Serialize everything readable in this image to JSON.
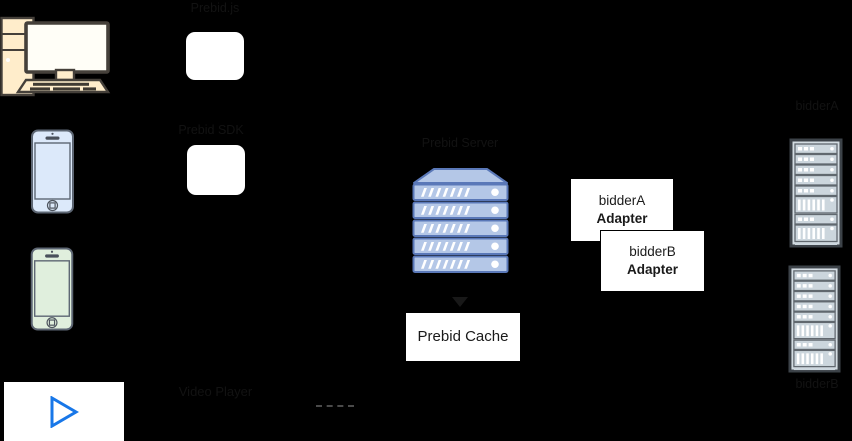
{
  "colors": {
    "background": "#000000",
    "computer_beige": "#ffedcb",
    "phone_blue": "#dce9fa",
    "phone_green": "#e0efdd",
    "server_fill": "#b4c7e7",
    "server_stroke": "#5a78b8",
    "rack_fill": "#d3dce2",
    "rack_frame": "#3c4248",
    "play_blue": "#1877e8",
    "box_white": "#ffffff",
    "text_black": "#1a1a1a",
    "hidden_text": "#121212"
  },
  "icons": {
    "computer": "desktop-computer",
    "phone_blue": "iphone",
    "phone_green": "smartphone",
    "server_stack": "server-stack",
    "rack_a": "server-rack",
    "rack_b": "server-rack",
    "play": "play-button"
  },
  "labels": {
    "prebid_js": "Prebid.js",
    "prebid_sdk": "Prebid SDK",
    "prebid_server": "Prebid Server",
    "rack_a": "bidderA",
    "rack_b": "bidderB",
    "video_player": "Video Player"
  },
  "adapters": {
    "a": {
      "name": "bidderA",
      "type": "Adapter"
    },
    "b": {
      "name": "bidderB",
      "type": "Adapter"
    }
  },
  "cache": {
    "label": "Prebid Cache"
  }
}
